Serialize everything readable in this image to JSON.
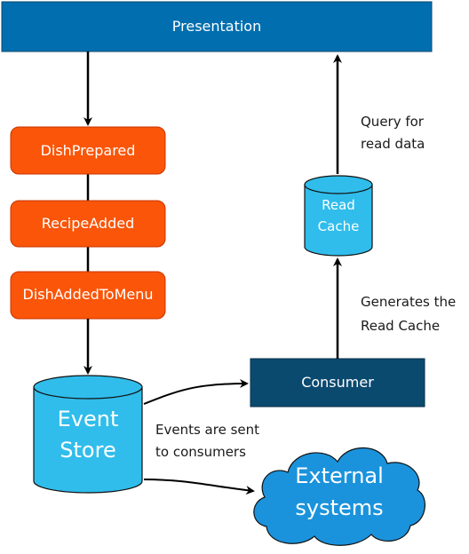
{
  "presentation": {
    "label": "Presentation"
  },
  "events": [
    {
      "label": "DishPrepared"
    },
    {
      "label": "RecipeAdded"
    },
    {
      "label": "DishAddedToMenu"
    }
  ],
  "event_store": {
    "line1": "Event",
    "line2": "Store"
  },
  "consumer": {
    "label": "Consumer"
  },
  "read_cache": {
    "line1": "Read",
    "line2": "Cache"
  },
  "external": {
    "line1": "External",
    "line2": "systems"
  },
  "notes": {
    "query_line1": "Query for",
    "query_line2": "read data",
    "generates_line1": "Generates the",
    "generates_line2": "Read Cache",
    "events_sent_line1": "Events are sent",
    "events_sent_line2": "to consumers"
  },
  "colors": {
    "presentation_fill": "#006eaf",
    "event_fill": "#fa5508",
    "event_stroke": "#c73500",
    "store_fill": "#30bdeb",
    "consumer_fill": "#0b4a6f",
    "cloud_fill": "#1b93dc"
  }
}
